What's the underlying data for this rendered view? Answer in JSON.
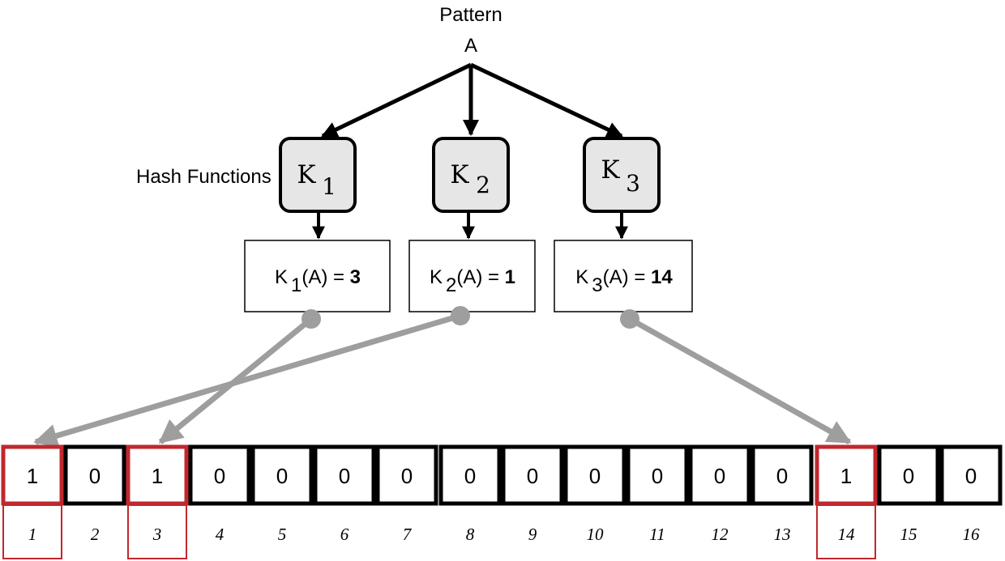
{
  "pattern": {
    "title": "Pattern",
    "name": "A"
  },
  "hash_label": "Hash Functions",
  "hash_functions": [
    {
      "letter": "K",
      "index": "1",
      "output_arg": "(A) = ",
      "output_value": "3",
      "target": 3
    },
    {
      "letter": "K",
      "index": "2",
      "output_arg": "(A) = ",
      "output_value": "1",
      "target": 1
    },
    {
      "letter": "K",
      "index": "3",
      "output_arg": "(A) = ",
      "output_value": "14",
      "target": 14
    }
  ],
  "bits": [
    "1",
    "0",
    "1",
    "0",
    "0",
    "0",
    "0",
    "0",
    "0",
    "0",
    "0",
    "0",
    "0",
    "1",
    "0",
    "0"
  ],
  "positions": [
    "1",
    "2",
    "3",
    "4",
    "5",
    "6",
    "7",
    "8",
    "9",
    "10",
    "11",
    "12",
    "13",
    "14",
    "15",
    "16"
  ],
  "highlighted_positions": [
    1,
    3,
    14
  ],
  "colors": {
    "hash_box_fill": "#e6e6e6",
    "connector": "#9e9e9e",
    "highlight": "#c0282d",
    "stroke": "#000000"
  }
}
